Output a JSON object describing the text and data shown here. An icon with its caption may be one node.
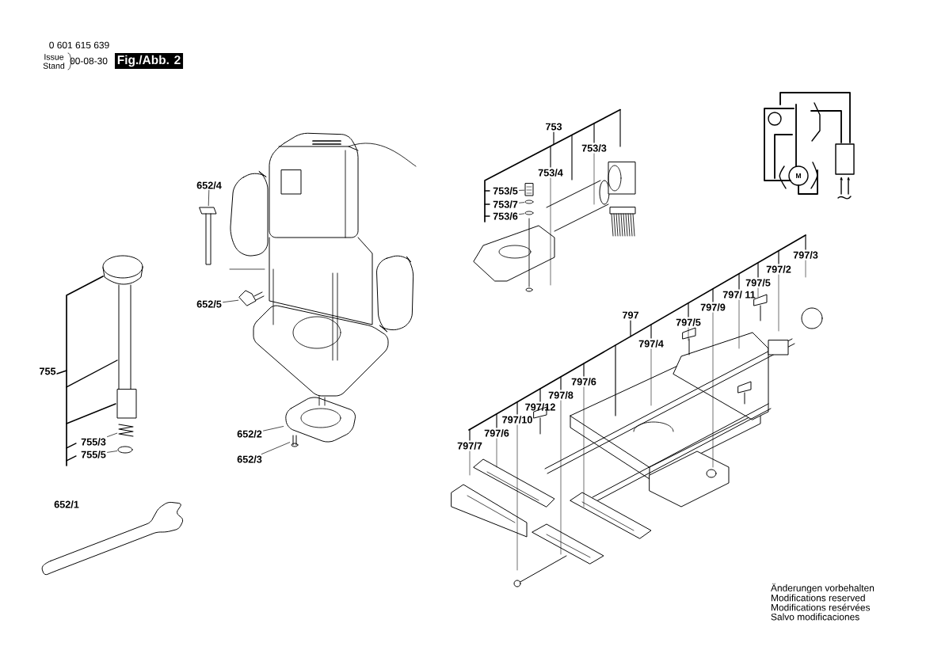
{
  "diagram": {
    "title": "Fig./Abb. 2",
    "nodes": [
      {
        "text": [
          "652/4"
        ]
      },
      {
        "text": [
          "753/5"
        ]
      },
      {
        "text": [
          "753/7"
        ]
      },
      {
        "text": [
          "753/6"
        ]
      },
      {
        "text": [
          "652/5"
        ]
      },
      {
        "text": [
          "755/3"
        ]
      },
      {
        "text": [
          "755/5"
        ]
      },
      {
        "text": [
          "652/2"
        ]
      },
      {
        "text": [
          "652/3"
        ]
      },
      {
        "text": [],
        "shape": "picture"
      },
      {
        "text": [],
        "shape": "picture"
      },
      {
        "text": [],
        "shape": "picture"
      },
      {
        "text": [],
        "shape": "picture"
      },
      {
        "text": [],
        "shape": "picture"
      },
      {
        "text": [],
        "shape": "picture"
      },
      {
        "text": [],
        "shape": "picture"
      },
      {
        "text": [],
        "shape": "picture"
      },
      {
        "text": [],
        "shape": "picture"
      }
    ],
    "edges": [
      {
        "from": 0,
        "to": 9,
        "arrow": "none"
      },
      {
        "from": 1,
        "to": 10,
        "arrow": "none"
      },
      {
        "from": 2,
        "to": 11,
        "arrow": "none"
      },
      {
        "from": 3,
        "to": 12,
        "arrow": "none"
      },
      {
        "from": 4,
        "to": 13,
        "arrow": "none"
      },
      {
        "from": 5,
        "to": 14,
        "arrow": "none"
      },
      {
        "from": 6,
        "to": 15,
        "arrow": "none"
      },
      {
        "from": 7,
        "to": 16,
        "arrow": "none"
      },
      {
        "from": 8,
        "to": 17,
        "arrow": "none"
      }
    ],
    "labels": [
      "0 601 615 639",
      "Issue",
      "Stand",
      "00-08-30",
      "753",
      "753/4",
      "753/3",
      "797/3",
      "797/2",
      "797/5",
      "797/ 11",
      "797/9",
      "797/5",
      "797",
      "797/4",
      "797/6",
      "797/8",
      "797/12",
      "797/10",
      "797/6",
      "797/7",
      "755",
      "652/1",
      "M",
      "Änderungen vorbehalten",
      "Modifications reserved",
      "Modifications resérvées",
      "Salvo modificaciones"
    ]
  }
}
